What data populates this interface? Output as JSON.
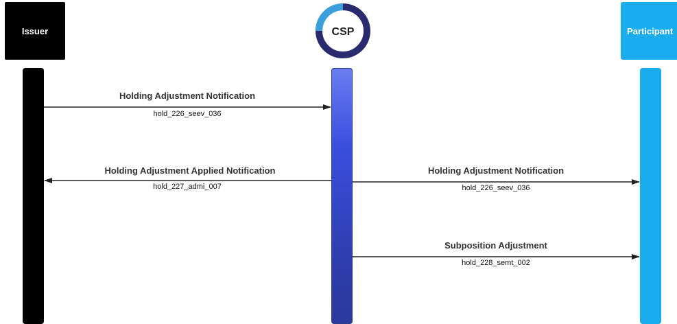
{
  "actors": {
    "issuer": "Issuer",
    "csp": "CSP",
    "participant": "Participant"
  },
  "colors": {
    "issuer": "#000000",
    "csp_ring_dark": "#2a2a6e",
    "csp_ring_light": "#3aa0dc",
    "participant": "#1aacec"
  },
  "messages": [
    {
      "from": "Issuer",
      "to": "CSP",
      "label": "Holding Adjustment Notification",
      "code": "hold_226_seev_036"
    },
    {
      "from": "CSP",
      "to": "Issuer",
      "label": "Holding Adjustment Applied Notification",
      "code": "hold_227_admi_007"
    },
    {
      "from": "CSP",
      "to": "Participant",
      "label": "Holding Adjustment Notification",
      "code": "hold_226_seev_036"
    },
    {
      "from": "CSP",
      "to": "Participant",
      "label": "Subposition Adjustment",
      "code": "hold_228_semt_002"
    }
  ]
}
